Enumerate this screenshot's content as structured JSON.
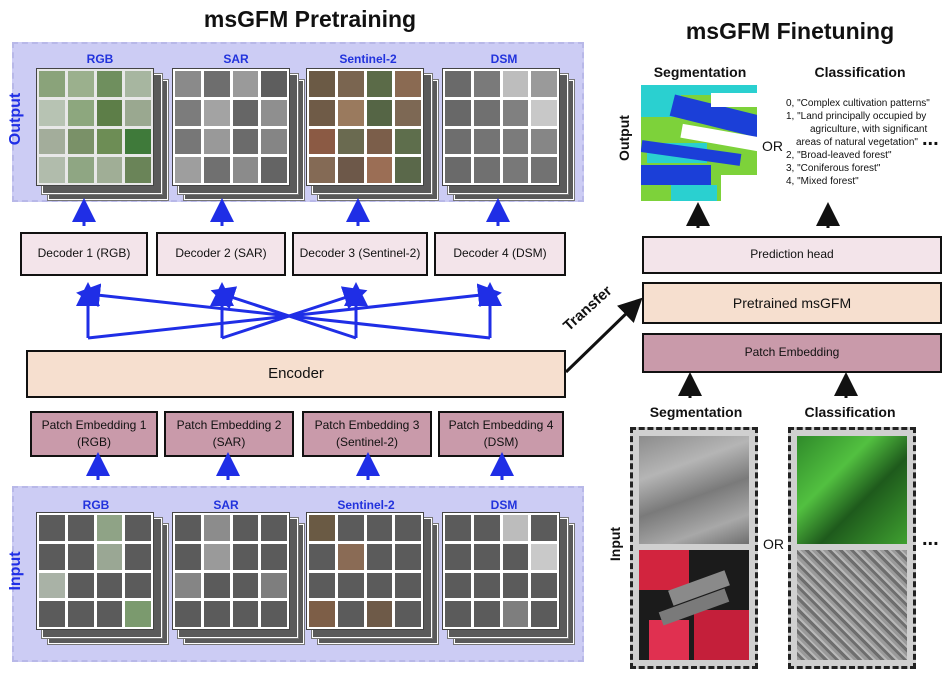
{
  "pretraining": {
    "title": "msGFM Pretraining",
    "output_label": "Output",
    "input_label": "Input",
    "modalities": [
      "RGB",
      "SAR",
      "Sentinel-2",
      "DSM"
    ],
    "decoders": [
      "Decoder 1 (RGB)",
      "Decoder 2 (SAR)",
      "Decoder 3 (Sentinel-2)",
      "Decoder 4 (DSM)"
    ],
    "patch_embeddings": [
      {
        "line1": "Patch Embedding 1",
        "line2": "(RGB)"
      },
      {
        "line1": "Patch Embedding 2",
        "line2": "(SAR)"
      },
      {
        "line1": "Patch Embedding 3",
        "line2": "(Sentinel-2)"
      },
      {
        "line1": "Patch Embedding 4",
        "line2": "(DSM)"
      }
    ],
    "encoder": "Encoder"
  },
  "transfer_label": "Transfer",
  "finetuning": {
    "title": "msGFM Finetuning",
    "output_label": "Output",
    "input_label": "Input",
    "segmentation": "Segmentation",
    "classification": "Classification",
    "or": "OR",
    "ellipsis": "...",
    "prediction_head": "Prediction head",
    "pretrained": "Pretrained msGFM",
    "patch_embedding": "Patch Embedding",
    "classes": [
      "0, \"Complex cultivation patterns\"",
      "1, \"Land principally occupied by",
      "agriculture, with significant",
      "areas of natural vegetation\"",
      "2, \"Broad-leaved forest\"",
      "3, \"Coniferous forest\"",
      "4, \"Mixed forest\""
    ]
  },
  "colors": {
    "band": "#ccccf4",
    "arrow_blue": "#1f2ee6",
    "decoder_fill": "#f3e4ea",
    "patch_fill": "#c99aaa",
    "encoder_fill": "#f6dfcf"
  }
}
